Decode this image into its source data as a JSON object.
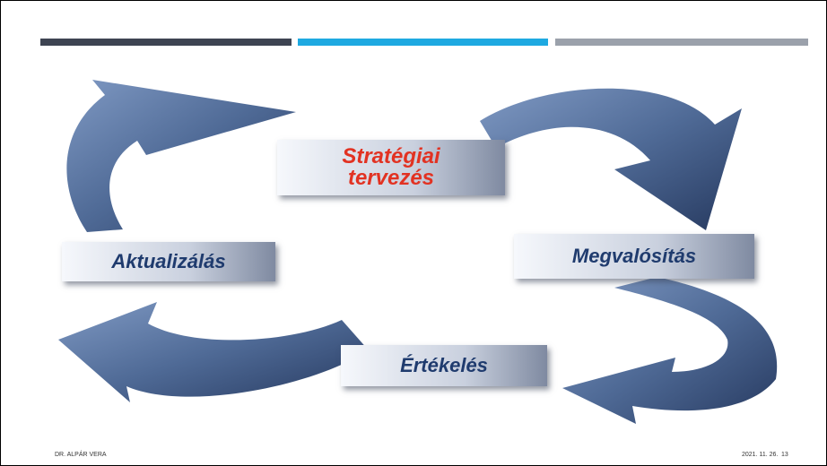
{
  "diagram": {
    "steps": {
      "strategiai_line1": "Stratégiai",
      "strategiai_line2": "tervezés",
      "megvalositas": "Megvalósítás",
      "ertekeles": "Értékelés",
      "aktualizalas": "Aktualizálás"
    },
    "colors": {
      "arrow": "#4f6a96",
      "arrow_dark": "#26395f",
      "highlight_text": "#e23222",
      "step_text": "#1f3b6e"
    }
  },
  "header": {
    "bars": [
      "#3e4452",
      "#1ea9e1",
      "#9ba1ab"
    ]
  },
  "footer": {
    "author": "DR. ALPÁR VERA",
    "date": "2021. 11. 26.",
    "page": "13"
  }
}
